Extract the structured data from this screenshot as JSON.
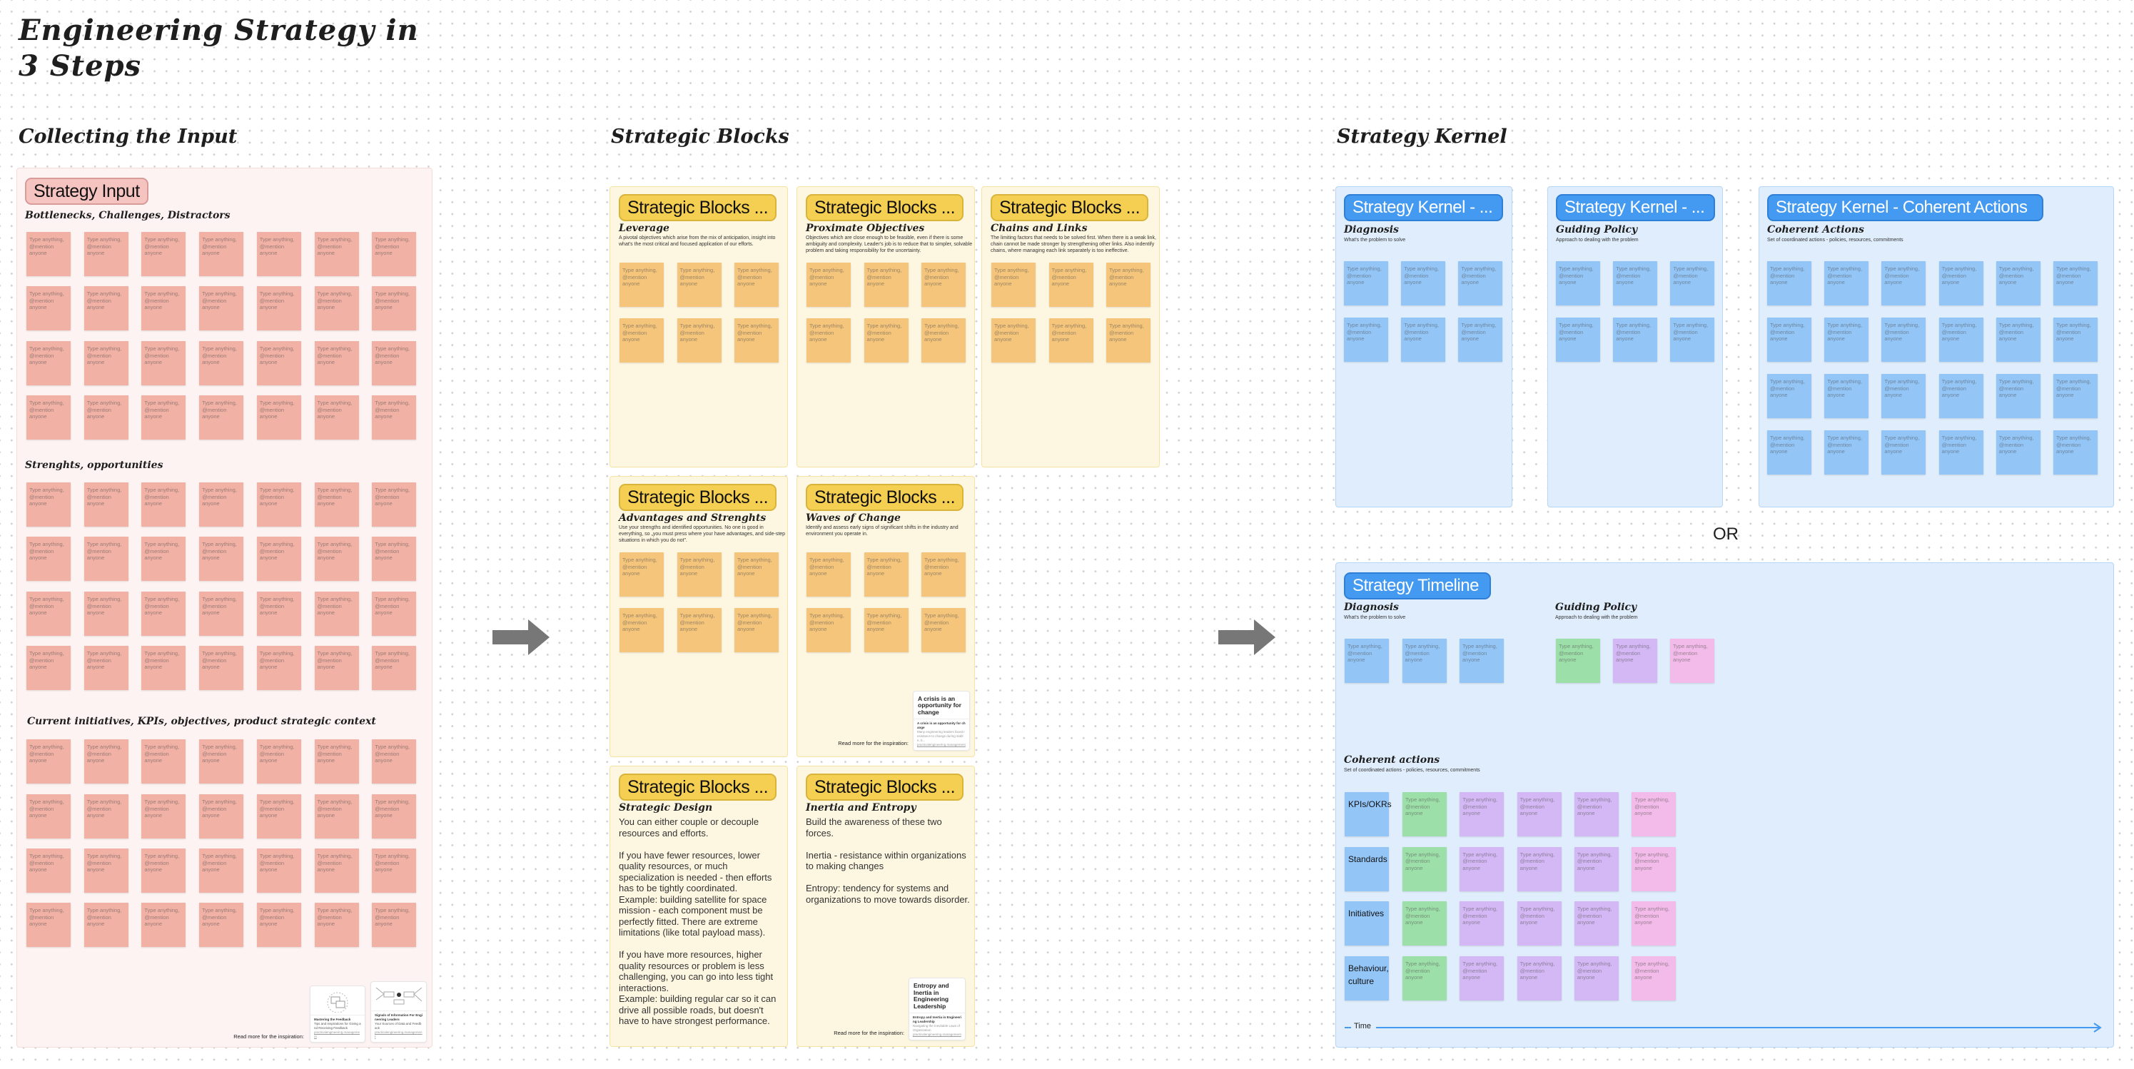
{
  "title_line1": "Engineering Strategy in",
  "title_line2": "3 Steps",
  "sticky_placeholder": "Type anything, @mention anyone",
  "colors": {
    "input_sticky": "#f2b1a5",
    "block_sticky": "#f5c57b",
    "blue_sticky": "#93c5f7",
    "green_sticky": "#9ddfa9",
    "purple_sticky": "#d4b8f5",
    "pink_sticky": "#f3bbe9",
    "arrow": "#777777",
    "time_line": "#4499f0"
  },
  "input": {
    "heading": "Collecting the Input",
    "badge": "Strategy Input",
    "sections": [
      "Bottlenecks, Challenges, Distractors",
      "Strenghts, opportunities",
      "Current initiatives, KPIs, objectives, product strategic context"
    ],
    "read_more": "Read more for the inspiration:",
    "links": [
      {
        "title": "Mastering the Feedback",
        "desc": "Tips and Inspirations for Giving and Receiving Feedback",
        "domain": "practicalengineering.management"
      },
      {
        "title": "Signals of Information For Engineering Leaders",
        "desc": "Your Sources of Data and Feedback",
        "domain": "practicalengineering.management"
      }
    ]
  },
  "blocks": {
    "heading": "Strategic Blocks",
    "items": [
      {
        "badge": "Strategic Blocks ...",
        "subtitle": "Leverage",
        "desc": "A pivotal objectives which arise from the mix of anticipation, insight into what's the most critical and focused application of our efforts."
      },
      {
        "badge": "Strategic Blocks ...",
        "subtitle": "Proximate Objectives",
        "desc": "Objectives which are close enough to be feasible, even if there is some ambiguity and complexity. Leader's job is to reduce that to simpler, solvable problem and taking responsibility for the uncertainty."
      },
      {
        "badge": "Strategic Blocks ...",
        "subtitle": "Chains and Links",
        "desc": "The limiting factors that needs to be solved first. When there is a weak link, chain cannot be made stronger by strengthening other links. Also indentify chains, where managing each link separately is too ineffective."
      },
      {
        "badge": "Strategic Blocks ...",
        "subtitle": "Advantages and Strenghts",
        "desc": "Use your strengths and identified opportunities. No one is good in everything, so „you must press where your have advantages, and side-step situations in which you do not\"."
      },
      {
        "badge": "Strategic Blocks ...",
        "subtitle": "Waves of Change",
        "desc": "Identify and assess early signs of significant shifts in the industry and environment you operate in.",
        "read_more": "Read more for the inspiration:",
        "link": {
          "title": "A crisis is an opportunity for change",
          "subtitle": "A crisis is an opportunity for change",
          "desc": "Many engineering leaders faced resistance to change during stable, b...",
          "domain": "practicalengineering.management"
        }
      },
      {
        "badge": "Strategic Blocks ...",
        "subtitle": "Strategic Design",
        "body": "You can either couple or decouple resources and efforts.\n\nIf you have fewer resources, lower quality resources, or much specialization is needed - then efforts has to be tightly coordinated.\nExample: building satellite for space mission - each component must be perfectly fitted. There are extreme limitations (like total payload mass).\n\nIf you have more resources, higher quality resources or problem is less challenging, you can go into less tight interactions.\nExample: building regular car so it can drive all possible roads, but doesn't have to have strongest performance."
      },
      {
        "badge": "Strategic Blocks ...",
        "subtitle": "Inertia and Entropy",
        "body": "Build the awareness of these two forces.\n\nInertia - resistance within organizations to making changes\n\nEntropy: tendency for systems and organizations to move towards disorder.",
        "read_more": "Read more for the inspiration:",
        "link": {
          "title": "Entropy and Inertia in Engineering Leadership",
          "subtitle": "Entropy and Inertia in Engineering Leadership",
          "desc": "Navigating the Inevitable Laws of Organization",
          "domain": "practicalengineering.management"
        }
      }
    ]
  },
  "kernel": {
    "heading": "Strategy Kernel",
    "panels": [
      {
        "badge": "Strategy Kernel - ...",
        "subtitle": "Diagnosis",
        "desc": "What's the problem to solve"
      },
      {
        "badge": "Strategy Kernel - ...",
        "subtitle": "Guiding Policy",
        "desc": "Approach to dealing with the problem"
      },
      {
        "badge": "Strategy Kernel - Coherent Actions",
        "subtitle": "Coherent Actions",
        "desc": "Set of coordinated actions - policies, resources, commitments"
      }
    ],
    "or_label": "OR"
  },
  "timeline": {
    "badge": "Strategy Timeline",
    "diagnosis": {
      "subtitle": "Diagnosis",
      "desc": "What's the problem to solve"
    },
    "policy": {
      "subtitle": "Guiding Policy",
      "desc": "Approach to dealing with the problem"
    },
    "actions": {
      "subtitle": "Coherent actions",
      "desc": "Set of coordinated actions - policies, resources, commitments"
    },
    "rows": [
      "KPIs/OKRs",
      "Standards",
      "Initiatives",
      "Behaviour, culture"
    ],
    "time_label": "Time"
  }
}
